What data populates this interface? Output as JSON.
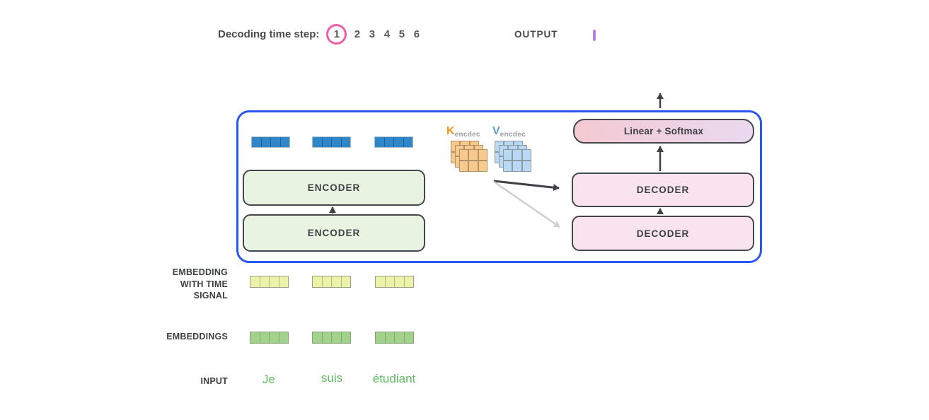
{
  "header": {
    "decoding_label": "Decoding time step:",
    "steps": [
      "1",
      "2",
      "3",
      "4",
      "5",
      "6"
    ],
    "active_step": "1",
    "circle_color": "#ef5fa7",
    "output_label": "OUTPUT",
    "cursor_color": "#b980e2"
  },
  "diagram": {
    "encoder_top_label": "ENCODER",
    "encoder_bottom_label": "ENCODER",
    "decoder_top_label": "DECODER",
    "decoder_bottom_label": "DECODER",
    "linear_softmax_label": "Linear + Softmax",
    "k_label": "K",
    "k_sub": "encdec",
    "v_label": "V",
    "v_sub": "encdec",
    "k_color": "#f0941f",
    "v_color": "#5b9bd5",
    "container_border_color": "#2957f0",
    "kv": {
      "layers": 3,
      "rows": 2,
      "cols": 3,
      "k_fill": "#f7c98d",
      "v_fill": "#b9d8f4"
    }
  },
  "left_labels": {
    "embedding_time": "EMBEDDING\nWITH TIME\nSIGNAL",
    "embeddings": "EMBEDDINGS",
    "input": "INPUT"
  },
  "input_words": [
    "Je",
    "suis",
    "étudiant"
  ],
  "vectors": {
    "rows": [
      {
        "name": "encoder-input-vectors",
        "count": 3,
        "cells": 4,
        "fill": "#2f87c9",
        "outer": "#aebfcc",
        "sep": "#1f6096"
      },
      {
        "name": "time-signal-vectors",
        "count": 3,
        "cells": 4,
        "fill": "#ecf2a8",
        "outer": "#9aa08a",
        "sep": "#b4ba85"
      },
      {
        "name": "embedding-vectors",
        "count": 3,
        "cells": 4,
        "fill": "#a2d28c",
        "outer": "#87a577",
        "sep": "#7fab6c"
      }
    ]
  }
}
